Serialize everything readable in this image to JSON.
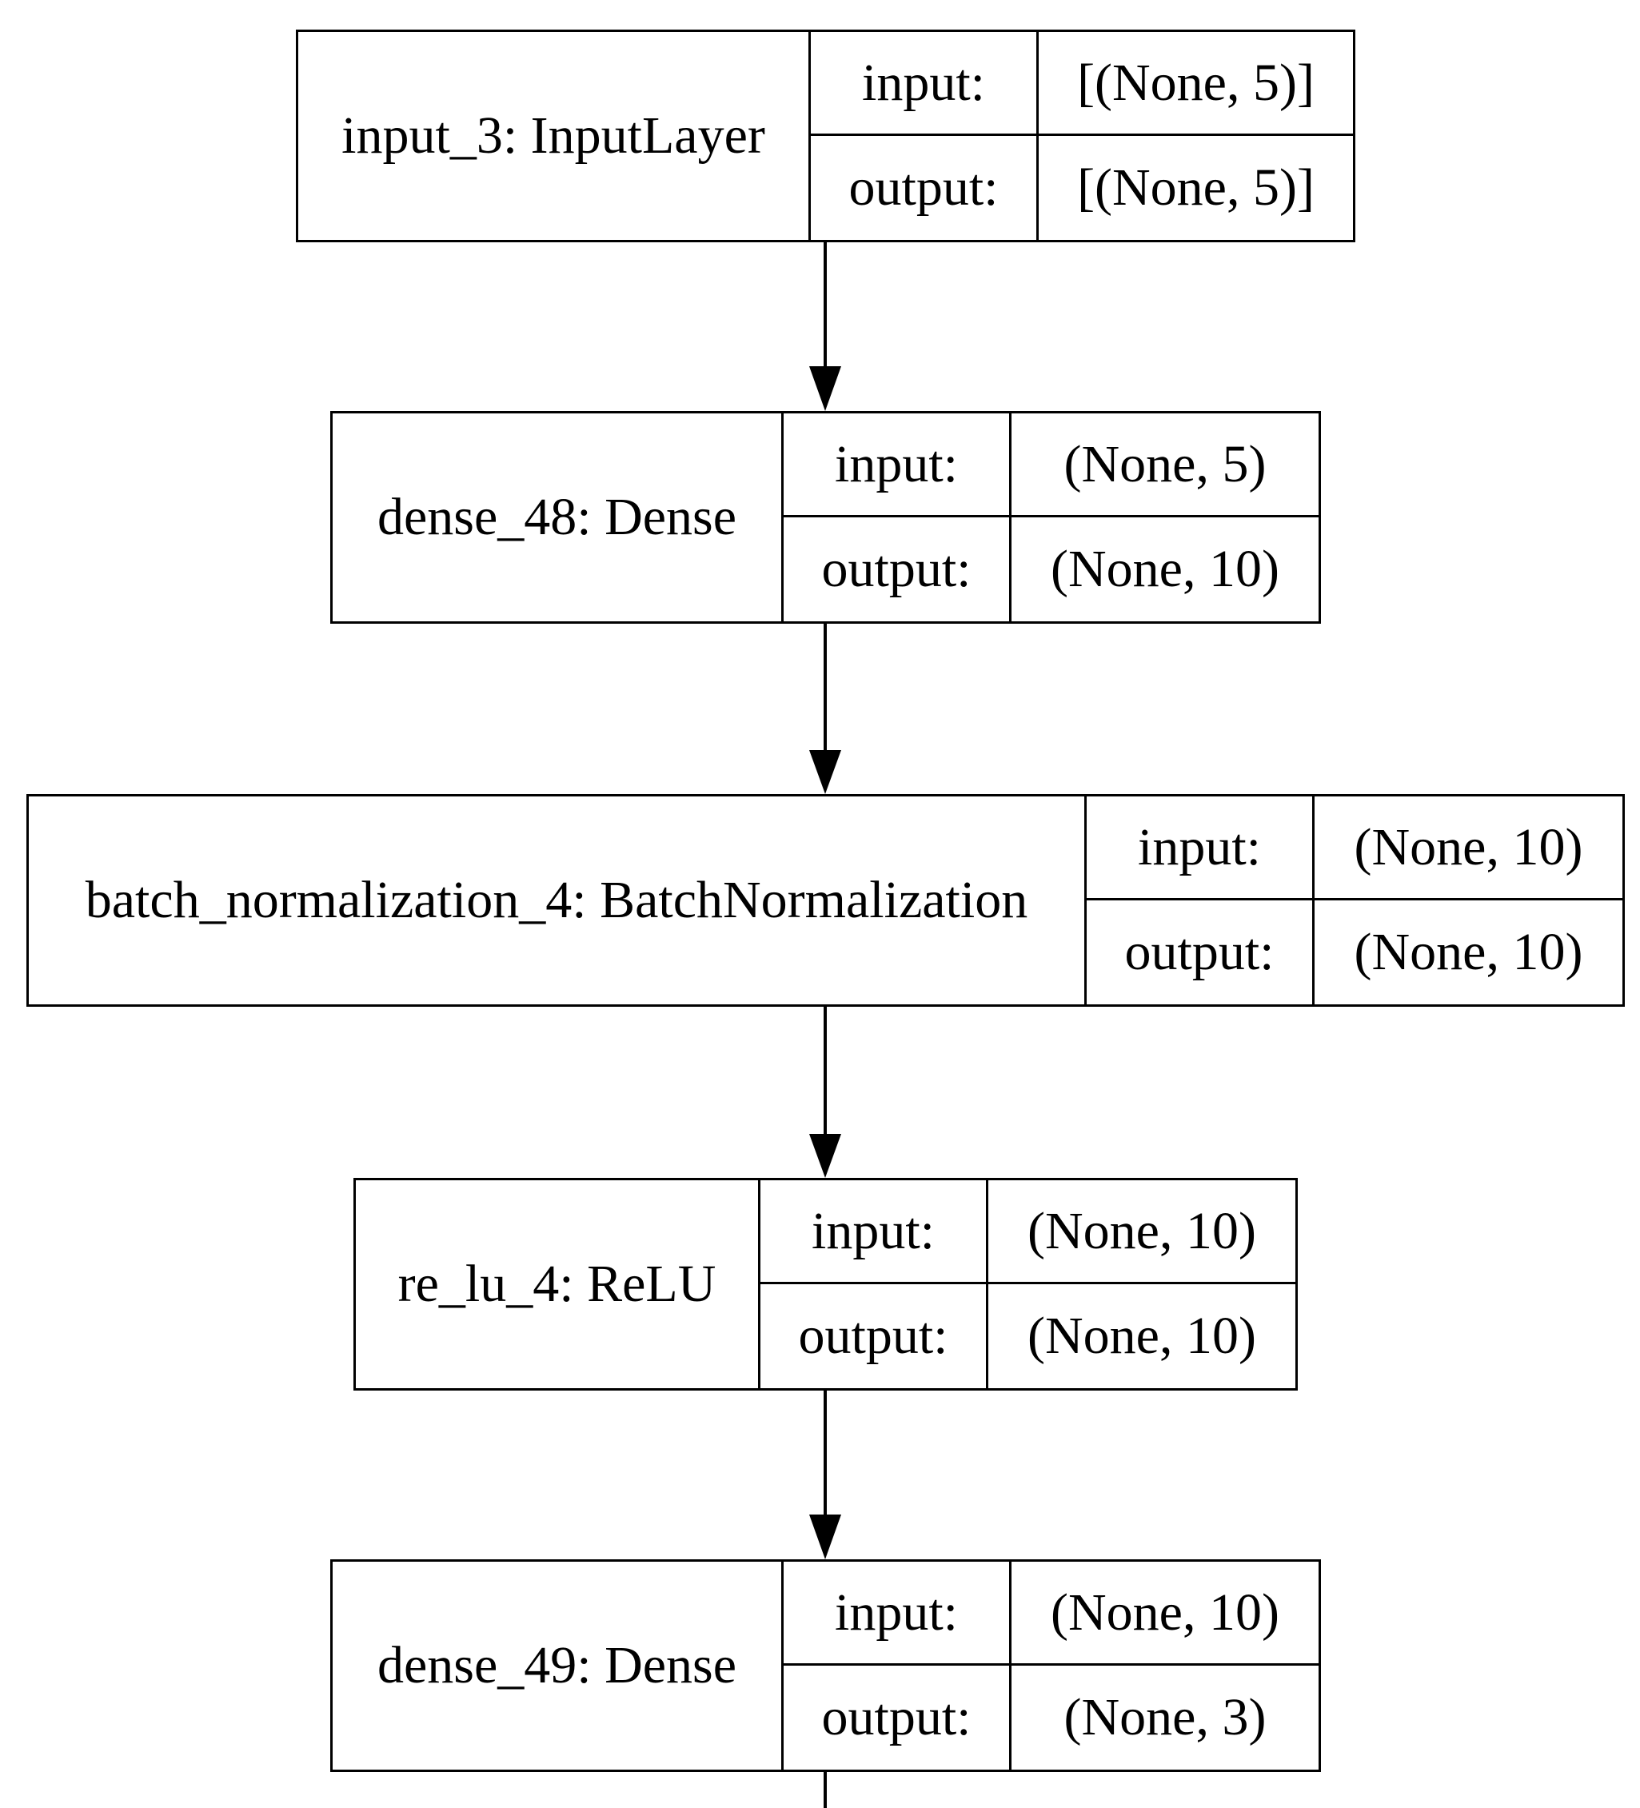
{
  "diagram": {
    "layers": [
      {
        "label": "input_3: InputLayer",
        "input_key": "input:",
        "input_value": "[(None, 5)]",
        "output_key": "output:",
        "output_value": "[(None, 5)]"
      },
      {
        "label": "dense_48: Dense",
        "input_key": "input:",
        "input_value": "(None, 5)",
        "output_key": "output:",
        "output_value": "(None, 10)"
      },
      {
        "label": "batch_normalization_4: BatchNormalization",
        "input_key": "input:",
        "input_value": "(None, 10)",
        "output_key": "output:",
        "output_value": "(None, 10)"
      },
      {
        "label": "re_lu_4: ReLU",
        "input_key": "input:",
        "input_value": "(None, 10)",
        "output_key": "output:",
        "output_value": "(None, 10)"
      },
      {
        "label": "dense_49: Dense",
        "input_key": "input:",
        "input_value": "(None, 10)",
        "output_key": "output:",
        "output_value": "(None, 3)"
      }
    ],
    "colors": {
      "stroke": "#000000",
      "background": "#ffffff"
    }
  }
}
